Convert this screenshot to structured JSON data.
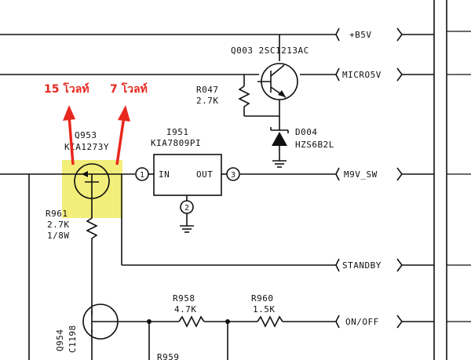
{
  "annotations": {
    "voltage_left": "15 โวลท์",
    "voltage_right": "7 โวลท์",
    "highlight_color": "#f3ee7a",
    "arrow_color": "#e8281e"
  },
  "nets": {
    "b5v": "+B5V",
    "micro5v": "MICRO5V",
    "m9v_sw": "M9V_SW",
    "standby": "STANDBY",
    "on_off": "ON/OFF"
  },
  "components": {
    "q953_ref": "Q953",
    "q953_part": "KIA1273Y",
    "ic951_ref": "I951",
    "ic951_part": "KIA7809PI",
    "ic951_pin_in": "IN",
    "ic951_pin_out": "OUT",
    "ic951_pin1": "1",
    "ic951_pin2": "2",
    "ic951_pin3": "3",
    "q003": "Q003 2SC1213AC",
    "r047_ref": "R047",
    "r047_val": "2.7K",
    "d004_ref": "D004",
    "d004_part": "HZS6B2L",
    "r961_ref": "R961",
    "r961_val": "2.7K",
    "r961_watt": "1/8W",
    "q954_ref": "Q954",
    "q954_part": "C1198",
    "r958_ref": "R958",
    "r958_val": "4.7K",
    "r960_ref": "R960",
    "r960_val": "1.5K",
    "r959_ref": "R959"
  }
}
